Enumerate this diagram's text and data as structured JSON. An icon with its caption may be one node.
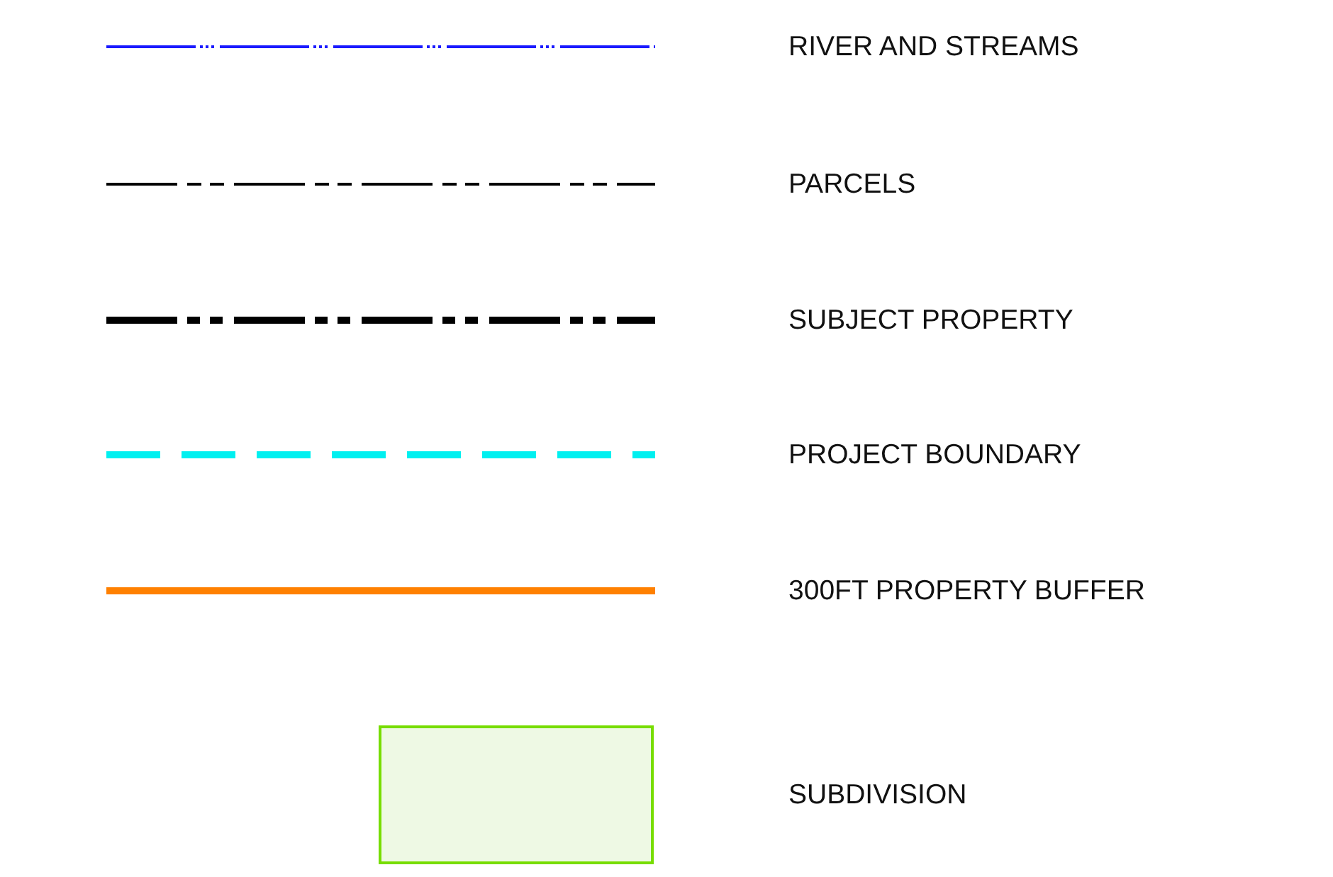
{
  "diagram": {
    "legend": [
      {
        "text": "RIVER AND STREAMS"
      },
      {
        "text": "PARCELS"
      },
      {
        "text": "SUBJECT PROPERTY"
      },
      {
        "text": "PROJECT BOUNDARY"
      },
      {
        "text": "300FT PROPERTY BUFFER"
      },
      {
        "text": "SUBDIVISION",
        "color": "#eef9e4"
      }
    ]
  }
}
